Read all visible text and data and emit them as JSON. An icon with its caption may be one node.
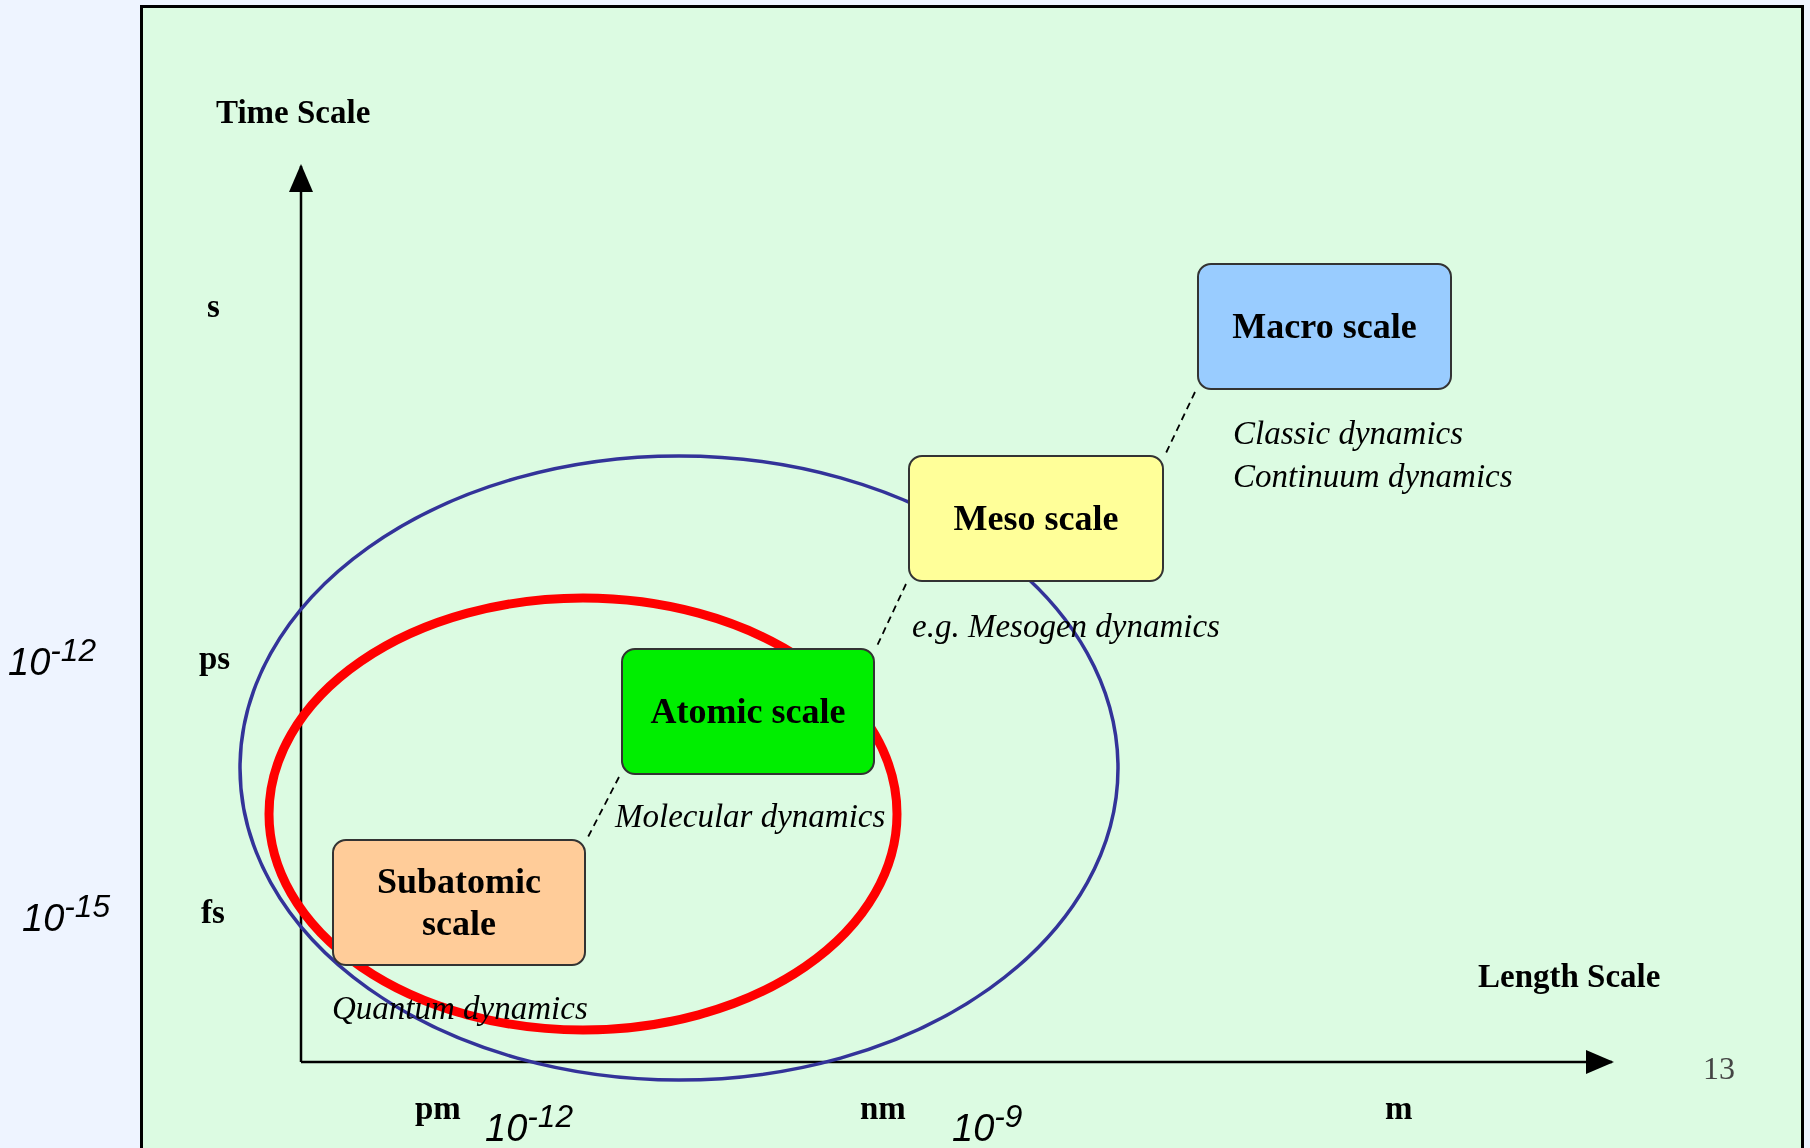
{
  "diagram": {
    "nodes": [
      {
        "text": [
          "Macro scale"
        ],
        "beside": [
          "Classic dynamics Continuum dynamics"
        ]
      },
      {
        "text": [
          "Meso scale"
        ],
        "beside": [
          "e.g. Mesogen dynamics"
        ]
      },
      {
        "text": [
          "Atomic scale"
        ],
        "beside": [
          "Molecular dynamics"
        ]
      },
      {
        "text": [
          "Subatomic scale"
        ],
        "beside": [
          "Quantum dynamics"
        ]
      }
    ],
    "edges": [
      {
        "from": 0,
        "to": 1,
        "arrow": "none",
        "style": "dashed"
      },
      {
        "from": 1,
        "to": 2,
        "arrow": "none",
        "style": "dashed"
      },
      {
        "from": 2,
        "to": 3,
        "arrow": "none",
        "style": "dashed"
      }
    ],
    "labels": [
      "Time Scale",
      "s",
      "10$^{-12}$",
      "ps",
      "10$^{-15}$",
      "fs",
      "Length Scale",
      "13",
      "pm",
      "10$^{-12}$",
      "nm",
      "10$^{-9}$",
      "m"
    ]
  }
}
